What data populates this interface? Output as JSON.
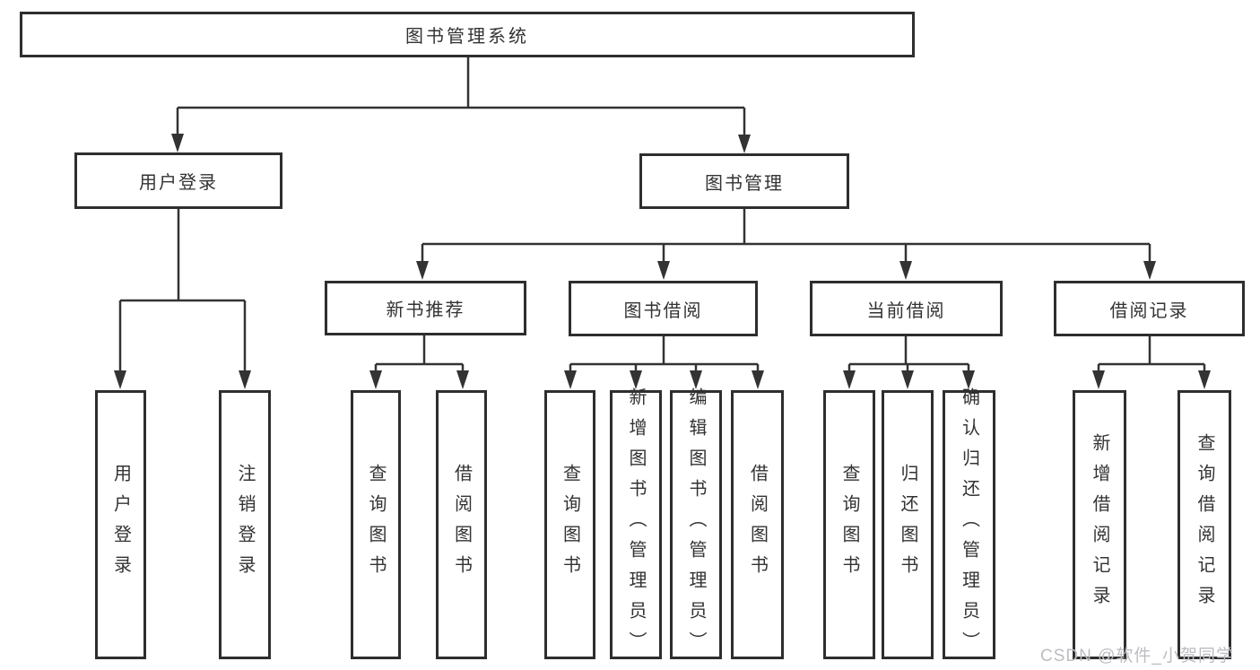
{
  "root": {
    "label": "图书管理系统"
  },
  "level2": {
    "user_login": {
      "label": "用户登录"
    },
    "book_management": {
      "label": "图书管理"
    }
  },
  "level3": {
    "new_book_recommend": {
      "label": "新书推荐"
    },
    "book_borrow": {
      "label": "图书借阅"
    },
    "current_borrow": {
      "label": "当前借阅"
    },
    "borrow_records": {
      "label": "借阅记录"
    }
  },
  "leaves": [
    {
      "label": "用户登录"
    },
    {
      "label": "注销登录"
    },
    {
      "label": "查询图书"
    },
    {
      "label": "借阅图书"
    },
    {
      "label": "查询图书"
    },
    {
      "label": "新增图书（管理员）"
    },
    {
      "label": "编辑图书（管理员）"
    },
    {
      "label": "借阅图书"
    },
    {
      "label": "查询图书"
    },
    {
      "label": "归还图书"
    },
    {
      "label": "确认归还（管理员）"
    },
    {
      "label": "新增借阅记录"
    },
    {
      "label": "查询借阅记录"
    }
  ],
  "watermark": {
    "text": "CSDN @软件_小贺同学"
  },
  "colors": {
    "line": "#333333",
    "box_border": "#2e2e2e",
    "text": "#333333",
    "watermark": "#bdbdc2",
    "background": "#ffffff"
  }
}
